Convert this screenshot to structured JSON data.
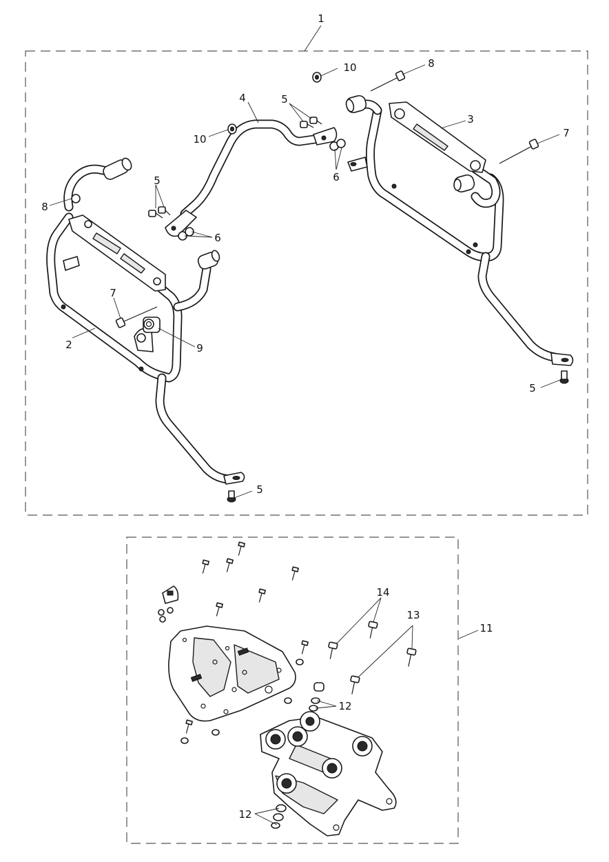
{
  "callouts": {
    "c1": "1",
    "c2": "2",
    "c3": "3",
    "c4": "4",
    "c5a": "5",
    "c5b": "5",
    "c5c": "5",
    "c5d": "5",
    "c6a": "6",
    "c6b": "6",
    "c7a": "7",
    "c7b": "7",
    "c8a": "8",
    "c8b": "8",
    "c9": "9",
    "c10a": "10",
    "c10b": "10",
    "c11": "11",
    "c12a": "12",
    "c12b": "12",
    "c13": "13",
    "c14": "14"
  }
}
